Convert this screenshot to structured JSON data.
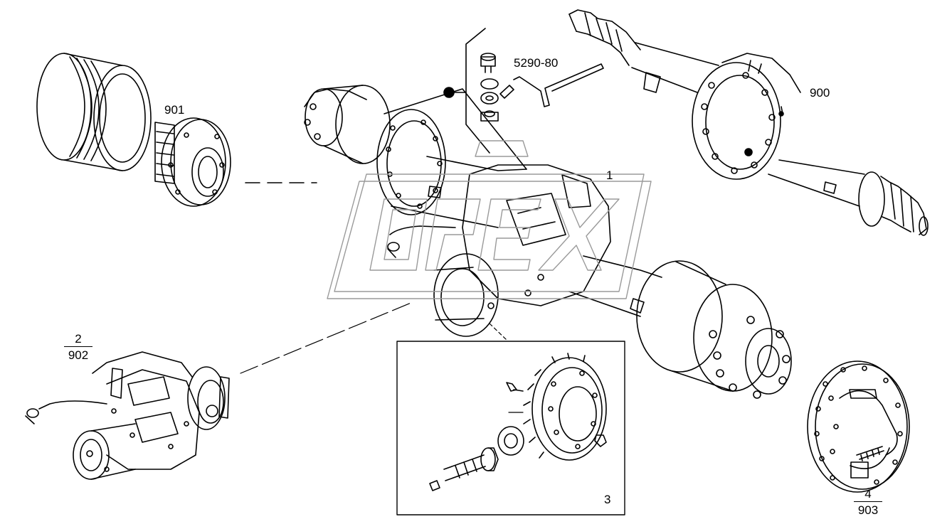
{
  "diagram": {
    "parts": [
      {
        "id": "1",
        "label": "1"
      },
      {
        "id": "3",
        "label": "3"
      },
      {
        "id": "900",
        "label": "900"
      },
      {
        "id": "901",
        "label": "901"
      },
      {
        "id": "5290-80",
        "label": "5290-80"
      },
      {
        "id": "2/902",
        "top": "2",
        "bottom": "902"
      },
      {
        "id": "4/903",
        "top": "4",
        "bottom": "903"
      }
    ],
    "watermark": "OPEX",
    "colors": {
      "line": "#000000",
      "background": "#ffffff",
      "watermark": "#9a9a9a"
    }
  }
}
